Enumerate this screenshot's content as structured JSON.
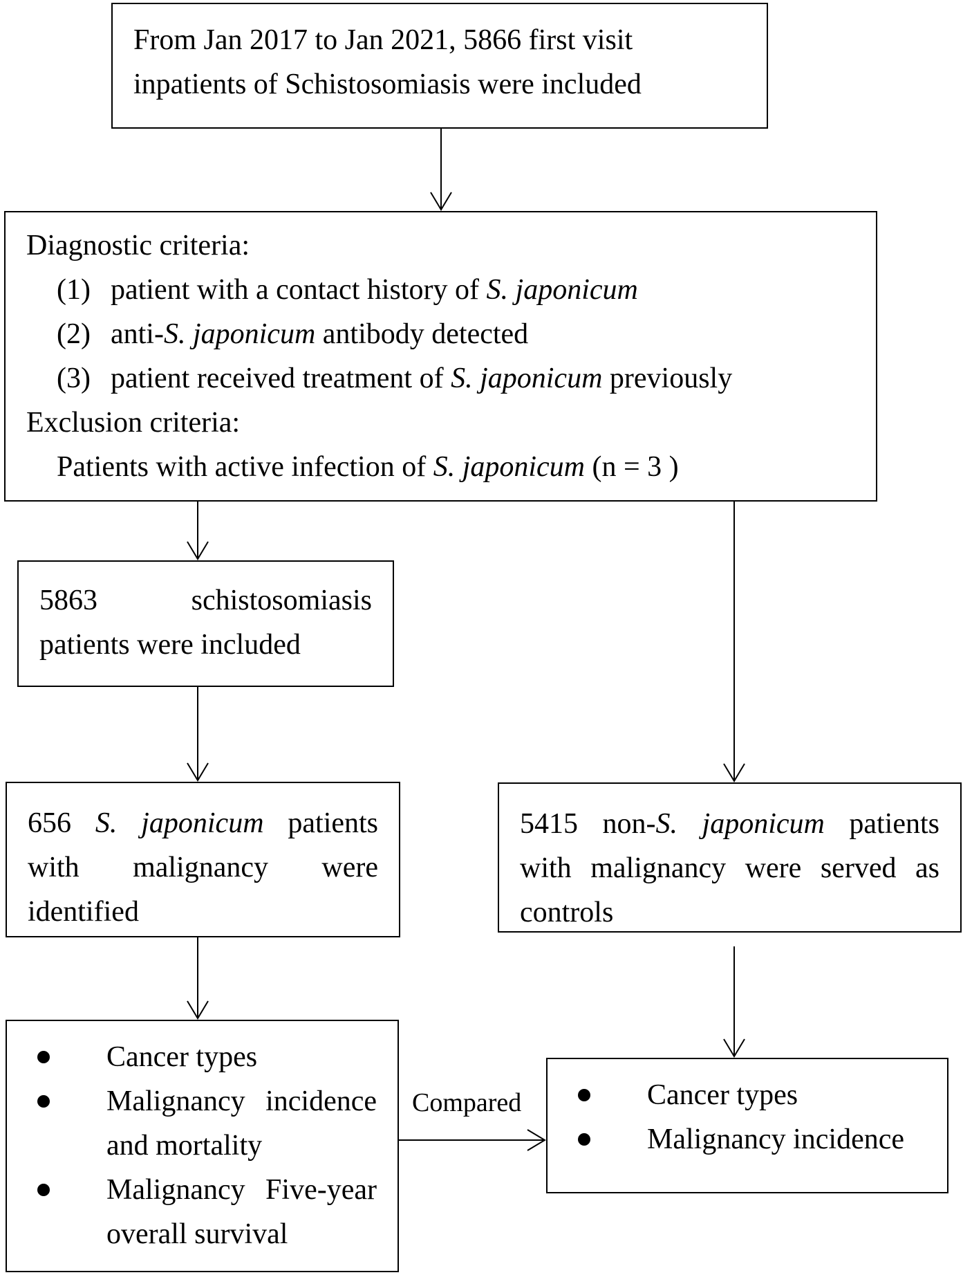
{
  "box_start": {
    "line1": "From Jan 2017 to Jan 2021, 5866 first visit",
    "line2": "inpatients of Schistosomiasis were included"
  },
  "criteria": {
    "diagnostic_title": "Diagnostic criteria:",
    "items": [
      {
        "num": "(1)",
        "pre": "patient with a contact history of ",
        "species": "S. japonicum",
        "post": ""
      },
      {
        "num": "(2)",
        "pre": "anti-",
        "species": "S. japonicum",
        "post": " antibody detected"
      },
      {
        "num": "(3)",
        "pre": "patient received treatment of ",
        "species": "S. japonicum",
        "post": " previously"
      }
    ],
    "exclusion_title": "Exclusion criteria:",
    "exclusion_pre": "Patients with active infection of ",
    "exclusion_species": "S. japonicum",
    "exclusion_post": " (n = 3 )"
  },
  "box_included": {
    "num": "5863",
    "word": "schistosomiasis",
    "line2": "patients were included"
  },
  "box_malignancy": {
    "pre": "656 ",
    "species": "S. japonicum",
    "post": " patients",
    "line2": "with malignancy were",
    "line3": "identified"
  },
  "box_controls": {
    "pre": "5415 non-",
    "species": "S. japonicum",
    "post": " patients",
    "line2": "with malignancy were served as",
    "line3": "controls"
  },
  "outcomes_left": [
    {
      "line1": "Cancer types",
      "line2": ""
    },
    {
      "line1": "Malignancy incidence",
      "line2": "and mortality"
    },
    {
      "line1": "Malignancy Five-year",
      "line2": "overall survival"
    }
  ],
  "outcomes_right": [
    {
      "line1": "Cancer types"
    },
    {
      "line1": "Malignancy incidence"
    }
  ],
  "compare_label": "Compared"
}
